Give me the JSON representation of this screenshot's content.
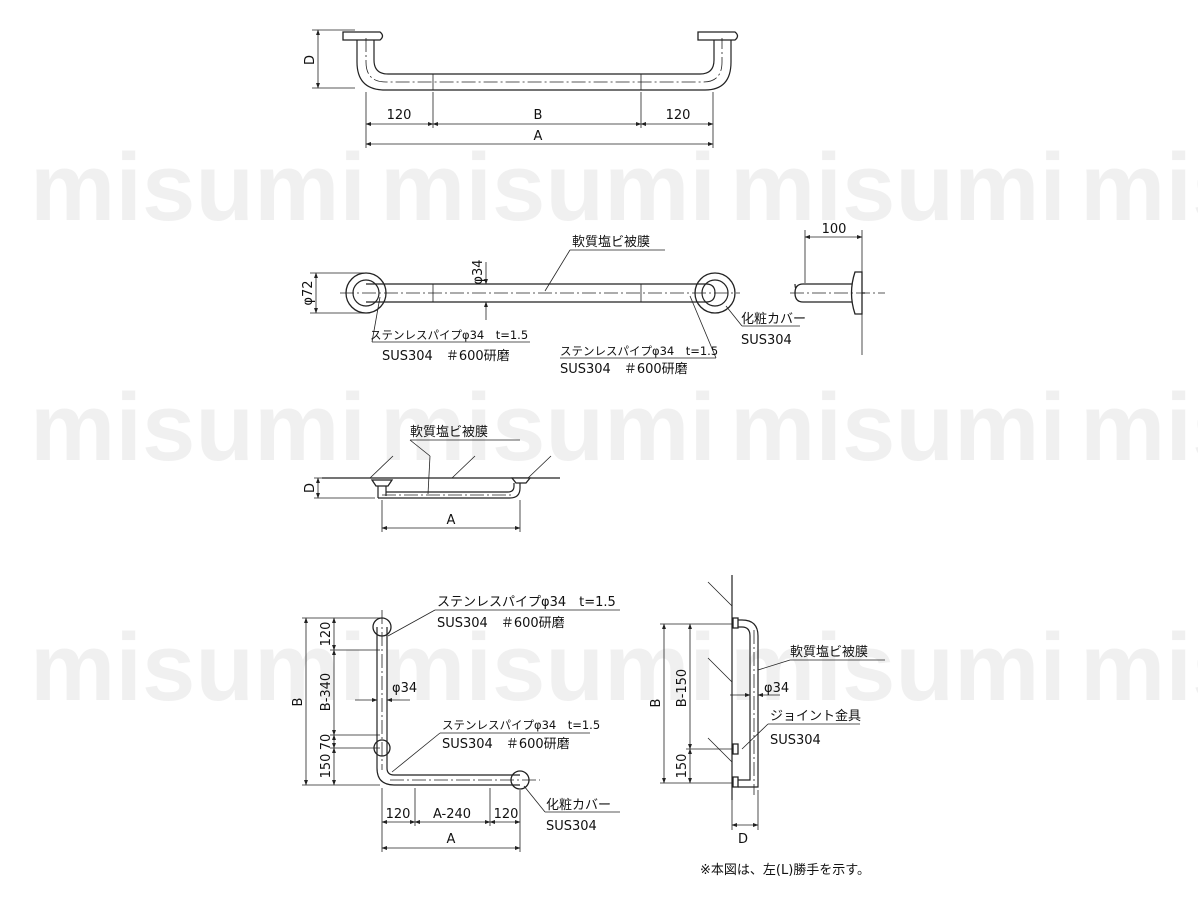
{
  "watermark": "misumi",
  "view1": {
    "dim_d": "D",
    "dim_left": "120",
    "dim_mid": "B",
    "dim_right": "120",
    "dim_total": "A"
  },
  "view2": {
    "dim_dia72": "φ72",
    "dim_dia34": "φ34",
    "dim_depth": "100",
    "label_coating": "軟質塩ビ被膜",
    "label_pipe1_a": "ステンレスパイプφ34　t=1.5",
    "label_pipe1_b": "SUS304　＃600研磨",
    "label_pipe2_a": "ステンレスパイプφ34　t=1.5",
    "label_pipe2_b": "SUS304　＃600研磨",
    "label_cover_a": "化粧カバー",
    "label_cover_b": "SUS304"
  },
  "view3": {
    "label_coating": "軟質塩ビ被膜",
    "dim_d": "D",
    "dim_a": "A"
  },
  "view4": {
    "label_pipe1_a": "ステンレスパイプφ34　t=1.5",
    "label_pipe1_b": "SUS304　＃600研磨",
    "label_pipe2_a": "ステンレスパイプφ34　t=1.5",
    "label_pipe2_b": "SUS304　＃600研磨",
    "label_cover_a": "化粧カバー",
    "label_cover_b": "SUS304",
    "dim_dia34": "φ34",
    "dim_120_top": "120",
    "dim_b340": "B-340",
    "dim_70": "70",
    "dim_150": "150",
    "dim_b": "B",
    "dim_120_left": "120",
    "dim_a240": "A-240",
    "dim_120_right": "120",
    "dim_a": "A"
  },
  "view5": {
    "label_coating": "軟質塩ビ被膜",
    "dim_dia34": "φ34",
    "label_joint_a": "ジョイント金具",
    "label_joint_b": "SUS304",
    "dim_b": "B",
    "dim_b150": "B-150",
    "dim_150": "150",
    "dim_d": "D"
  },
  "note": "※本図は、左(L)勝手を示す。"
}
